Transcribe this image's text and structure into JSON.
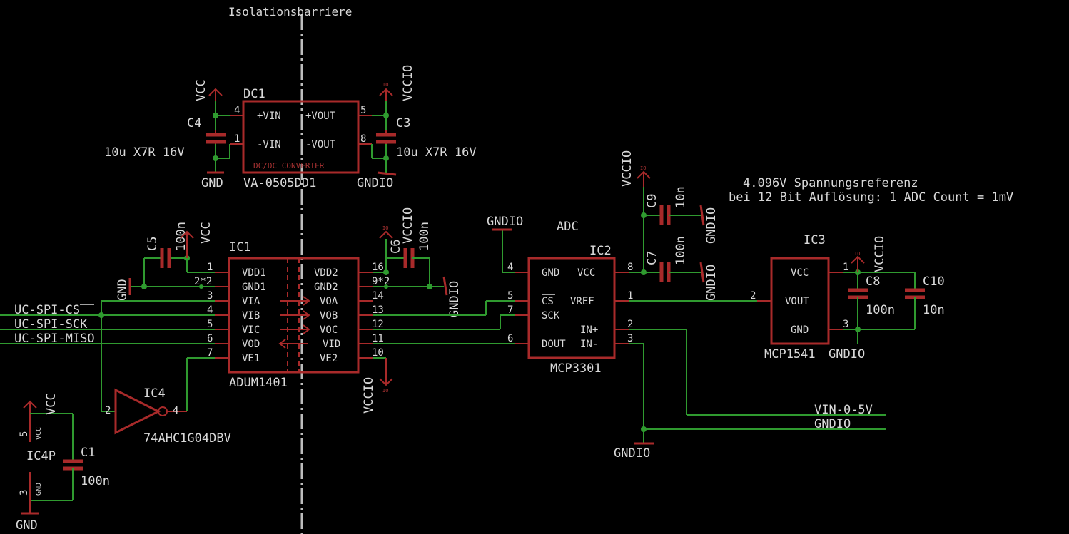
{
  "isolation_label": "Isolationsbarriere",
  "notes": {
    "reference_line1": "4.096V Spannungsreferenz",
    "reference_line2": "bei 12 Bit Auflösung: 1 ADC Count = 1mV",
    "adc": "ADC"
  },
  "dc1": {
    "name": "DC1",
    "value": "VA-0505DD1",
    "inner": "DC/DC CONVERTER",
    "pins": {
      "vin_p": "+VIN",
      "vin_n": "-VIN",
      "vout_p": "+VOUT",
      "vout_n": "-VOUT"
    },
    "pin_numbers": {
      "p4": "4",
      "p1": "1",
      "p5": "5",
      "p8": "8"
    }
  },
  "ic1": {
    "name": "IC1",
    "value": "ADUM1401",
    "left_pins": [
      "VDD1",
      "GND1",
      "VIA",
      "VIB",
      "VIC",
      "VOD",
      "VE1"
    ],
    "left_nums": [
      "1",
      "2*2",
      "3",
      "4",
      "5",
      "6",
      "7"
    ],
    "right_pins": [
      "VDD2",
      "GND2",
      "VOA",
      "VOB",
      "VOC",
      "VID",
      "VE2"
    ],
    "right_nums": [
      "16",
      "9*2",
      "14",
      "13",
      "12",
      "11",
      "10"
    ]
  },
  "ic2": {
    "name": "IC2",
    "value": "MCP3301",
    "pins": {
      "gnd": "GND",
      "vcc": "VCC",
      "cs": "CS",
      "vref": "VREF",
      "sck": "SCK",
      "inp": "IN+",
      "dout": "DOUT",
      "inn": "IN-"
    },
    "pin_numbers": {
      "p4": "4",
      "p8": "8",
      "p5": "5",
      "p1": "1",
      "p7": "7",
      "p2": "2",
      "p6": "6",
      "p3": "3"
    }
  },
  "ic3": {
    "name": "IC3",
    "value": "MCP1541",
    "pins": {
      "vcc": "VCC",
      "vout": "VOUT",
      "gnd": "GND"
    },
    "pin_numbers": {
      "p1": "1",
      "p2": "2",
      "p3": "3"
    }
  },
  "ic4": {
    "name": "IC4",
    "value": "74AHC1G04DBV",
    "pin_in": "2",
    "pin_out": "4"
  },
  "ic4p": {
    "name": "IC4P",
    "pin_vcc_num": "5",
    "pin_vcc": "VCC",
    "pin_gnd_num": "3",
    "pin_gnd": "GND"
  },
  "caps": {
    "c1": {
      "name": "C1",
      "value": "100n"
    },
    "c3": {
      "name": "C3",
      "value": "10u X7R 16V"
    },
    "c4": {
      "name": "C4",
      "value": "10u X7R 16V"
    },
    "c5": {
      "name": "C5",
      "value": "100n"
    },
    "c6": {
      "name": "C6",
      "value": "100n"
    },
    "c7": {
      "name": "C7",
      "value": "100n"
    },
    "c8": {
      "name": "C8",
      "value": "100n"
    },
    "c9": {
      "name": "C9",
      "value": "10n"
    },
    "c10": {
      "name": "C10",
      "value": "10n"
    }
  },
  "nets": {
    "uc_spi_cs": "UC-SPI-CS",
    "uc_spi_sck": "UC-SPI-SCK",
    "uc_spi_miso": "UC-SPI-MISO",
    "vin_0_5v": "VIN-0-5V",
    "gndio": "GNDIO",
    "vccio": "VCCIO",
    "vcc": "VCC",
    "gnd": "GND",
    "io_mark": "IO"
  },
  "colors": {
    "wire": "#2f9a2f",
    "symbol": "#a82a2a",
    "text": "#d8d8d8",
    "background": "#000000",
    "isolation": "#bdbdbd"
  }
}
